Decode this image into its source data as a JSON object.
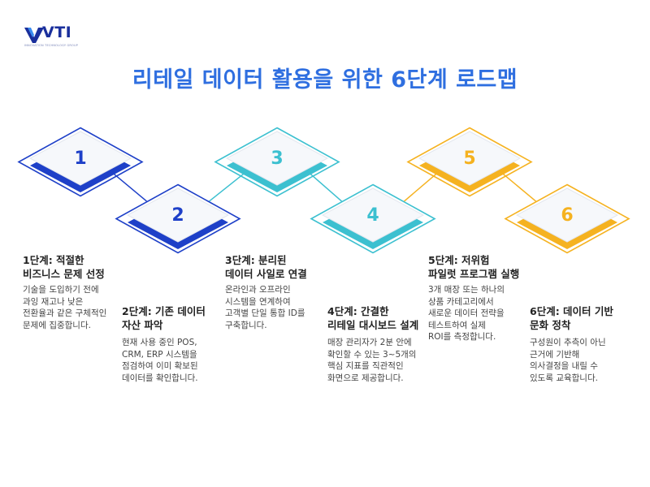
{
  "brand": {
    "name": "VTI",
    "tagline": "INNOVATION TECHNOLOGY GROUP",
    "color": "#1a2f9c"
  },
  "title": "리테일 데이터 활용을 위한 6단계 로드맵",
  "colors": {
    "blue": "#1e40c8",
    "teal": "#3cc0d0",
    "yellow": "#f5b220",
    "connector_blue": "#2f4fd0"
  },
  "steps": [
    {
      "number": "1",
      "color": "#1e40c8",
      "title": [
        "1단계: 적절한",
        "비즈니스 문제 선정"
      ],
      "desc": [
        "기술을 도입하기 전에",
        "과잉 재고나 낮은",
        "전환율과 같은 구체적인",
        "문제에 집중합니다."
      ]
    },
    {
      "number": "2",
      "color": "#1e40c8",
      "title": [
        "2단계: 기존 데이터",
        "자산 파악"
      ],
      "desc": [
        "현재 사용 중인 POS,",
        "CRM, ERP 시스템을",
        "점검하여 이미 확보된",
        "데이터를 확인합니다."
      ]
    },
    {
      "number": "3",
      "color": "#3cc0d0",
      "title": [
        "3단계: 분리된",
        "데이터 사일로 연결"
      ],
      "desc": [
        "온라인과 오프라인",
        "시스템을 연계하여",
        "고객별 단일 통합 ID를",
        "구축합니다."
      ]
    },
    {
      "number": "4",
      "color": "#3cc0d0",
      "title": [
        "4단계: 간결한",
        "리테일 대시보드 설계"
      ],
      "desc": [
        "매장 관리자가 2분 안에",
        "확인할 수 있는 3~5개의",
        "핵심 지표를 직관적인",
        "화면으로 제공합니다."
      ]
    },
    {
      "number": "5",
      "color": "#f5b220",
      "title": [
        "5단계: 저위험",
        "파일럿 프로그램 실행"
      ],
      "desc": [
        "3개 매장 또는 하나의",
        "상품 카테고리에서",
        "새로운 데이터 전략을",
        "테스트하여 실제",
        "ROI를 측정합니다."
      ]
    },
    {
      "number": "6",
      "color": "#f5b220",
      "title": [
        "6단계: 데이터 기반",
        "문화 정착"
      ],
      "desc": [
        "구성원이 추측이 아닌",
        "근거에 기반해",
        "의사결정을 내릴 수",
        "있도록 교육합니다."
      ]
    }
  ]
}
